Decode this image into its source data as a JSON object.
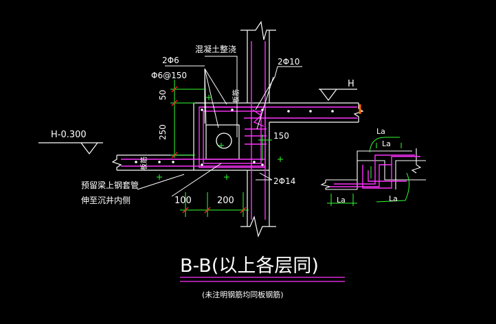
{
  "labels": {
    "concrete_pour": "混凝土整浇",
    "top_rebar_count": "2Φ6",
    "stirrup": "Φ6@150",
    "side_rebar": "2Φ10",
    "elev_h": "H",
    "elev_left": "H-0.300",
    "dim_50": "50",
    "dim_250": "250",
    "dim_150": "150",
    "bottom_rebar": "2Φ14",
    "dim_100": "100",
    "dim_200": "200",
    "pipe_note_1": "预留梁上钢套管",
    "pipe_note_2": "伸至沉井内侧",
    "slab_rebar_left": "板筋",
    "slab_rebar_right": "板筋",
    "la_1": "La",
    "la_2": "La",
    "la_3": "La",
    "la_4": "La",
    "section_title": "B-B(以上各层同)",
    "footnote": "(未注明钢筋均同板钢筋)"
  },
  "colors": {
    "background": "#000000",
    "text": "#ffffff",
    "rebar": "#ff33ff",
    "dimension": "#33ff33",
    "dim_tick": "#ff2020",
    "outline": "#ffffff",
    "end_mark": "#ff6600"
  }
}
